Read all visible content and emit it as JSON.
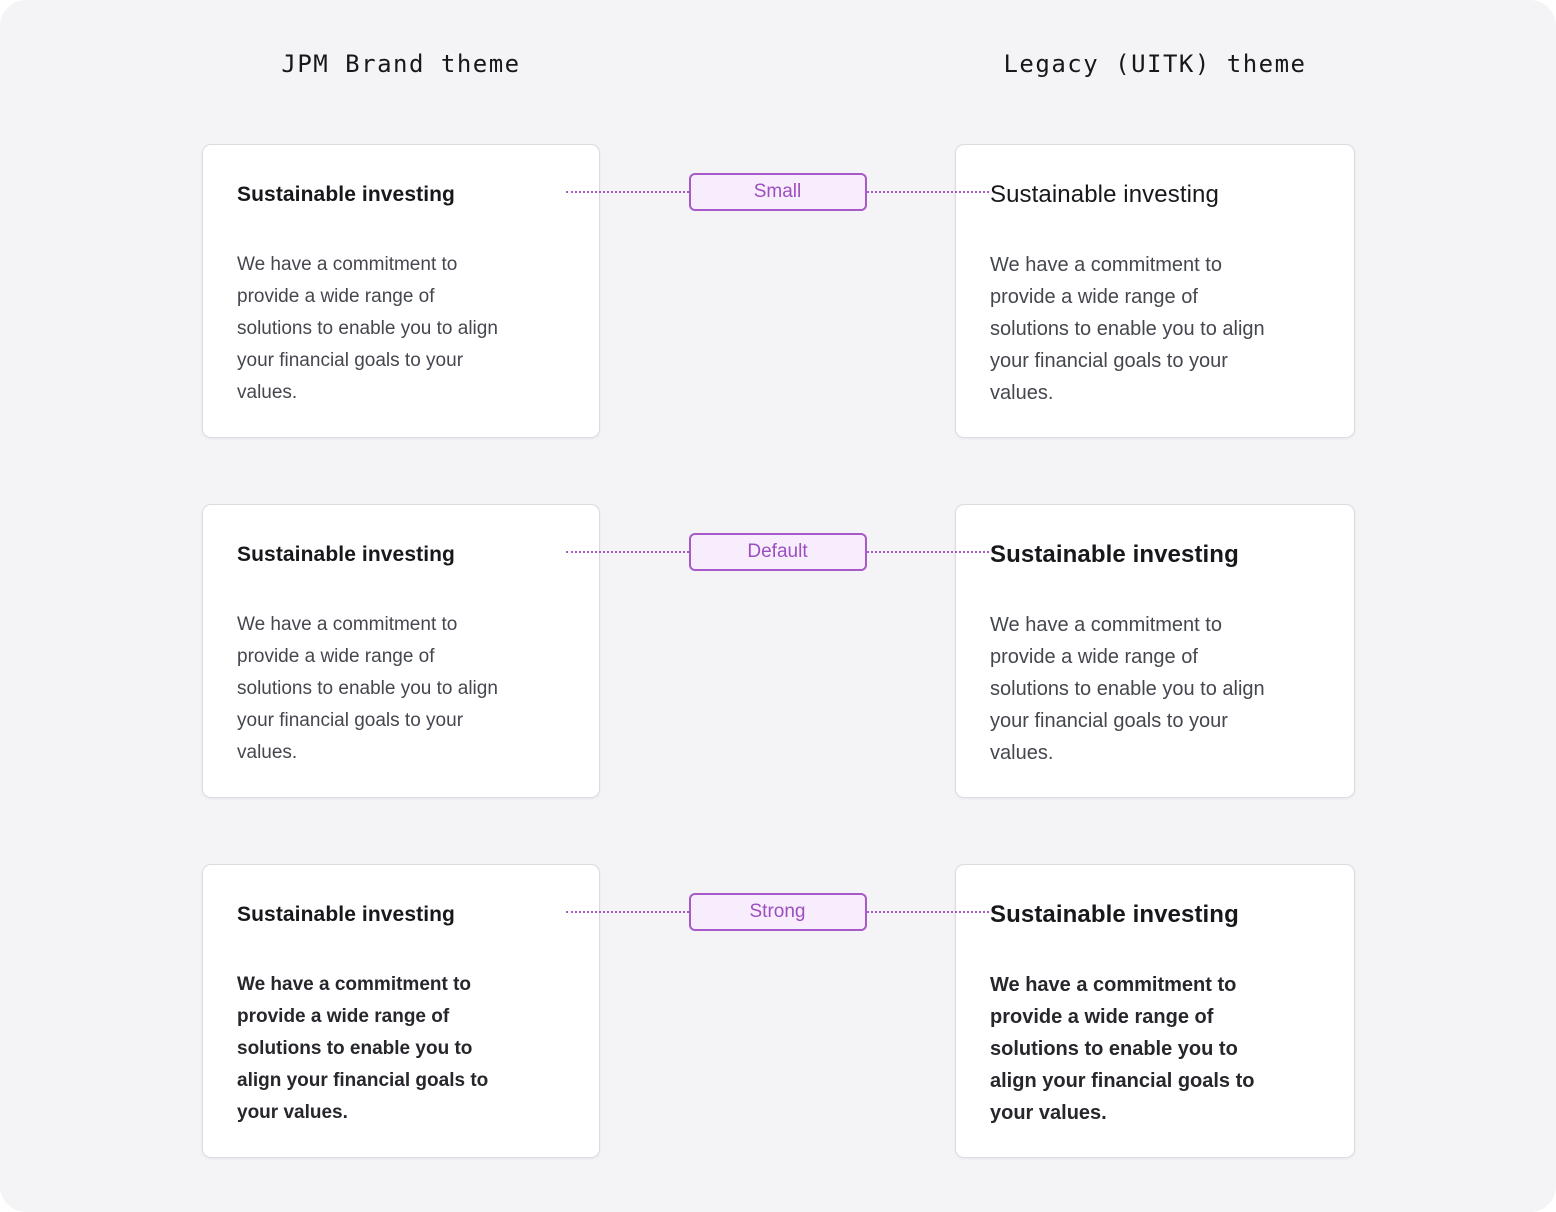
{
  "columns": [
    {
      "title": "JPM Brand theme"
    },
    {
      "title": "Legacy (UITK) theme"
    }
  ],
  "card": {
    "heading": "Sustainable investing",
    "body": "We have a commitment to provide a wide range of solutions to enable you to align your financial goals to your values."
  },
  "rows": [
    {
      "label": "Small"
    },
    {
      "label": "Default"
    },
    {
      "label": "Strong"
    }
  ],
  "colors": {
    "page_background": "#f4f4f6",
    "card_background": "#ffffff",
    "card_border": "#dadce2",
    "heading_text": "#17171c",
    "body_text": "#45474f",
    "accent_border": "#a65bc8",
    "accent_text": "#9d4fc0",
    "accent_fill": "#f8edfc"
  }
}
